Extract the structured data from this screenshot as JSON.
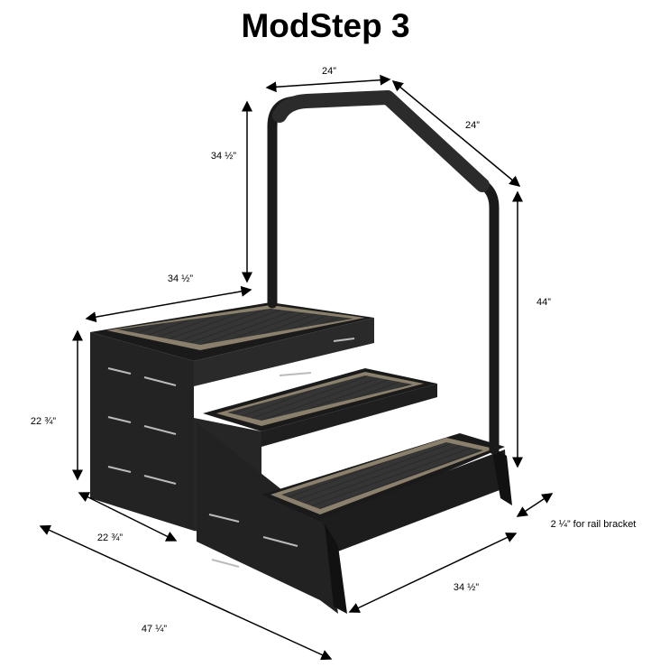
{
  "title": "ModStep 3",
  "dimensions": {
    "rail_top_width": "24”",
    "rail_top_depth": "24”",
    "rail_height": "34 ½”",
    "total_height": "44”",
    "top_width": "34 ½”",
    "platform_height": "22 ¾”",
    "platform_depth": "22 ¾”",
    "overall_depth": "47 ¼”",
    "base_width": "34 ½”",
    "rail_bracket": "2 ¼” for rail bracket"
  },
  "colors": {
    "frame": "#1e1e1e",
    "frame_side": "#2a2a2a",
    "tread": "#3a3a3a",
    "tread_border": "#8a806c",
    "rail": "#1a1a1a"
  }
}
